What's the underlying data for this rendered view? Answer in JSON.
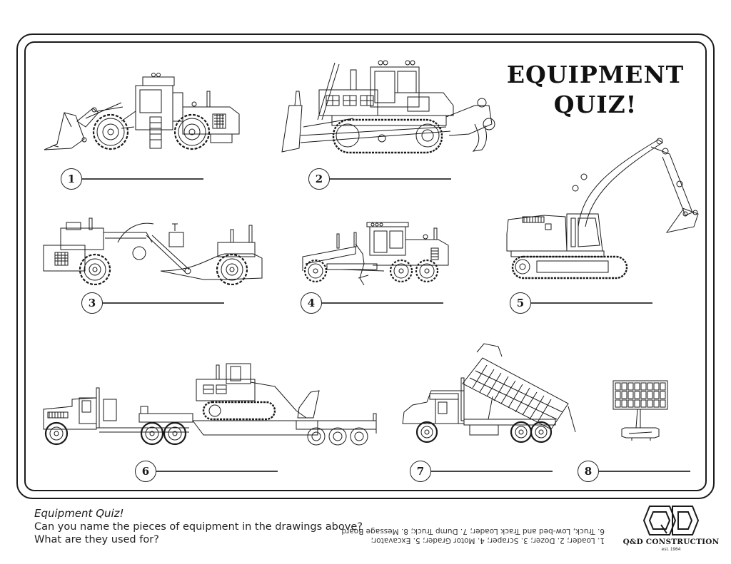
{
  "worksheet": {
    "title_line1": "EQUIPMENT",
    "title_line2": "QUIZ!"
  },
  "items": [
    {
      "number": "1",
      "illustration": "wheel-loader-drawing",
      "answer_value": ""
    },
    {
      "number": "2",
      "illustration": "bulldozer-drawing",
      "answer_value": ""
    },
    {
      "number": "3",
      "illustration": "scraper-drawing",
      "answer_value": ""
    },
    {
      "number": "4",
      "illustration": "motor-grader-drawing",
      "answer_value": ""
    },
    {
      "number": "5",
      "illustration": "excavator-drawing",
      "answer_value": ""
    },
    {
      "number": "6",
      "illustration": "lowbed-truck-with-track-loader-drawing",
      "answer_value": ""
    },
    {
      "number": "7",
      "illustration": "dump-truck-drawing",
      "answer_value": ""
    },
    {
      "number": "8",
      "illustration": "message-board-drawing",
      "answer_value": ""
    }
  ],
  "footer": {
    "heading": "Equipment Quiz!",
    "line1": "Can you name the pieces of equipment in the drawings above?",
    "line2": "What are they used for?"
  },
  "answer_key": {
    "orientation": "upside-down",
    "line1": "1. Loader; 2. Dozer; 3. Scraper; 4. Motor Grader; 5. Excavator;",
    "line2": "6. Truck, Low-bed and Track Loader; 7. Dump Truck; 8. Message Board"
  },
  "logo": {
    "monogram": "Q&D",
    "brand": "Q&D CONSTRUCTION",
    "est": "est. 1964"
  },
  "colors": {
    "ink": "#1a1a1a",
    "paper": "#ffffff",
    "answer_line": "#444444"
  }
}
